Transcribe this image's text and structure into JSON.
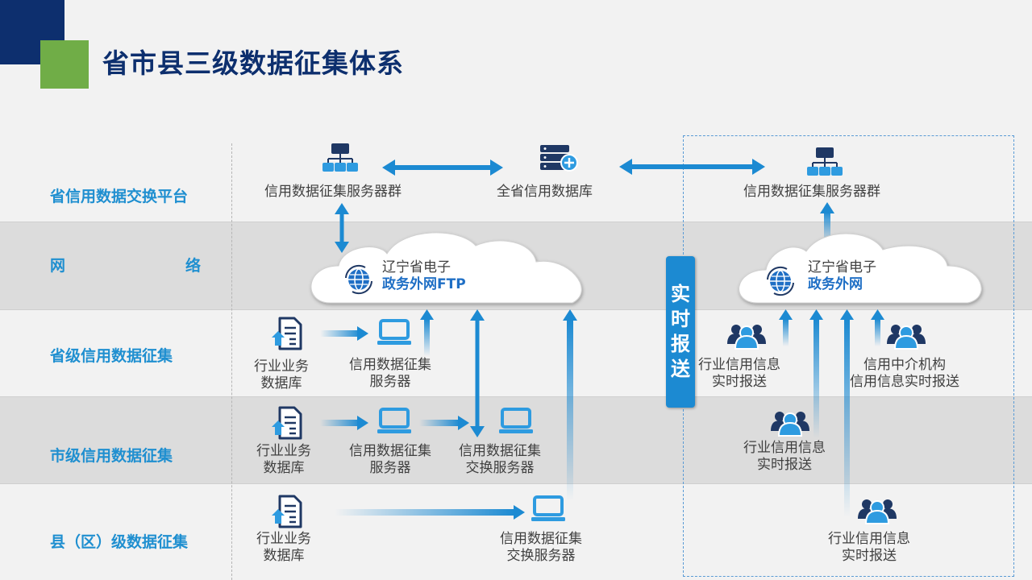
{
  "title": "省市县三级数据征集体系",
  "rows": {
    "exchange": "省信用数据交换平台",
    "network_left": "网",
    "network_right": "络",
    "province": "省级信用数据征集",
    "city": "市级信用数据征集",
    "county": "县（区）级数据征集"
  },
  "top": {
    "server_group_left": "信用数据征集服务器群",
    "database": "全省信用数据库",
    "server_group_right": "信用数据征集服务器群"
  },
  "clouds": {
    "left_line1": "辽宁省电子",
    "left_line2": "政务外网FTP",
    "right_line1": "辽宁省电子",
    "right_line2": "政务外网"
  },
  "realtime": [
    "实",
    "时",
    "报",
    "送"
  ],
  "province_nodes": {
    "db_line1": "行业业务",
    "db_line2": "数据库",
    "server_line1": "信用数据征集",
    "server_line2": "服务器"
  },
  "city_nodes": {
    "db_line1": "行业业务",
    "db_line2": "数据库",
    "server_line1": "信用数据征集",
    "server_line2": "服务器",
    "exchange_line1": "信用数据征集",
    "exchange_line2": "交换服务器"
  },
  "county_nodes": {
    "db_line1": "行业业务",
    "db_line2": "数据库",
    "exchange_line1": "信用数据征集",
    "exchange_line2": "交换服务器"
  },
  "right_nodes": {
    "industry1_line1": "行业信用信息",
    "industry1_line2": "实时报送",
    "agency_line1": "信用中介机构",
    "agency_line2": "信用信息实时报送",
    "industry2_line1": "行业信用信息",
    "industry2_line2": "实时报送",
    "industry3_line1": "行业信用信息",
    "industry3_line2": "实时报送"
  },
  "colors": {
    "navy": "#0d2f6e",
    "green": "#70ad47",
    "blue": "#1c8ad2",
    "band_gray": "#dcdcdc"
  }
}
